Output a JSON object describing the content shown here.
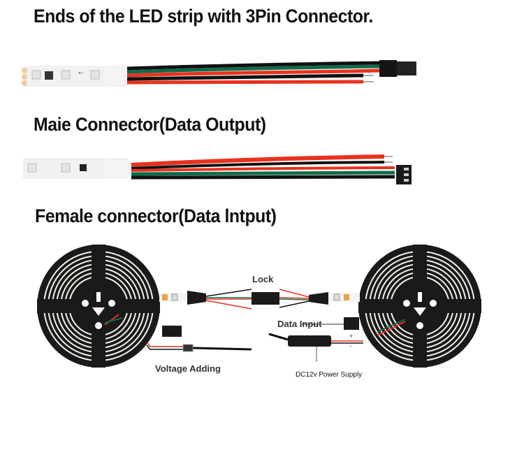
{
  "headings": {
    "ends": "Ends of the LED strip with 3Pin Connector.",
    "male": "Maie Connector(Data Output)",
    "female": "Female connector(Data lntput)"
  },
  "diagram": {
    "labels": {
      "lock": "Lock",
      "data_input": "Data Input",
      "voltage_adding": "Voltage Adding",
      "power_supply": "DC12v Power Supply",
      "plus": "+",
      "minus": "-"
    }
  },
  "colors": {
    "wire_red": "#e8321e",
    "wire_green": "#0f6b4a",
    "wire_black": "#111111",
    "strip": "#f2f2f2",
    "reel": "#1a1a1a",
    "led_orange": "#e9a449"
  }
}
